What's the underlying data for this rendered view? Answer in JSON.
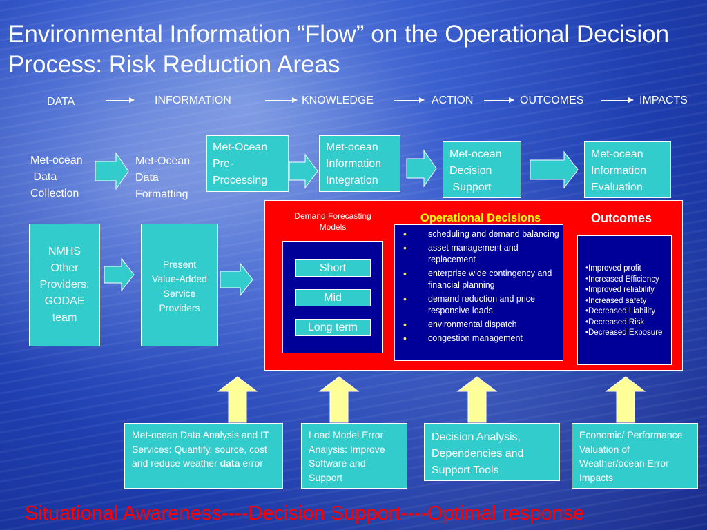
{
  "title": "Environmental Information “Flow” on the Operational Decision Process: Risk Reduction Areas",
  "stages": [
    "DATA",
    "INFORMATION",
    "KNOWLEDGE",
    "ACTION",
    "OUTCOMES",
    "IMPACTS"
  ],
  "process": {
    "collection": "Met-ocean\n Data\nCollection",
    "formatting": "Met-Ocean\nData\nFormatting",
    "preprocessing": "Met-Ocean\nPre-\nProcessing",
    "integration": "Met-ocean\nInformation\nIntegration",
    "decision_support": "Met-ocean\nDecision\n Support",
    "evaluation": "Met-ocean\nInformation\nEvaluation"
  },
  "providers": {
    "nmhs": "NMHS\nOther\nProviders:\nGODAE\nteam",
    "value_added": "Present\nValue-Added\nService\nProviders"
  },
  "forecast": {
    "heading": "Demand Forecasting\nModels",
    "items": [
      "Short",
      "Mid",
      "Long term"
    ]
  },
  "decisions": {
    "heading": "Operational Decisions",
    "items": [
      "scheduling and demand balancing",
      "asset management and replacement",
      "enterprise wide contingency and financial planning",
      "demand reduction and price responsive loads",
      "environmental dispatch",
      "congestion management"
    ]
  },
  "outcomes": {
    "heading": "Outcomes",
    "items": [
      "•Improved profit",
      "•Increased Efficiency",
      "•Improved reliability",
      "•Increased safety",
      "•Decreased Liability",
      "•Decreased Risk",
      "•Decreased Exposure"
    ]
  },
  "analysis": {
    "data_analysis_pre": "Met-ocean Data Analysis and IT Services: Quantify, source, cost and reduce weather ",
    "data_analysis_bold": "data",
    "data_analysis_post": " error",
    "load_model": "Load Model Error Analysis: Improve Software and Support",
    "decision_analysis": " Decision  Analysis, Dependencies and Support Tools",
    "economic": " Economic/ Performance Valuation of Weather/ocean Error Impacts"
  },
  "footer": "Situational Awareness----Decision Support----Optimal response",
  "colors": {
    "teal": "#33cccc",
    "red": "#ff0000",
    "navy": "#000099",
    "yellow": "#ffff00",
    "arrow_fill": "#33cccc",
    "up_arrow": "#ffff99"
  }
}
